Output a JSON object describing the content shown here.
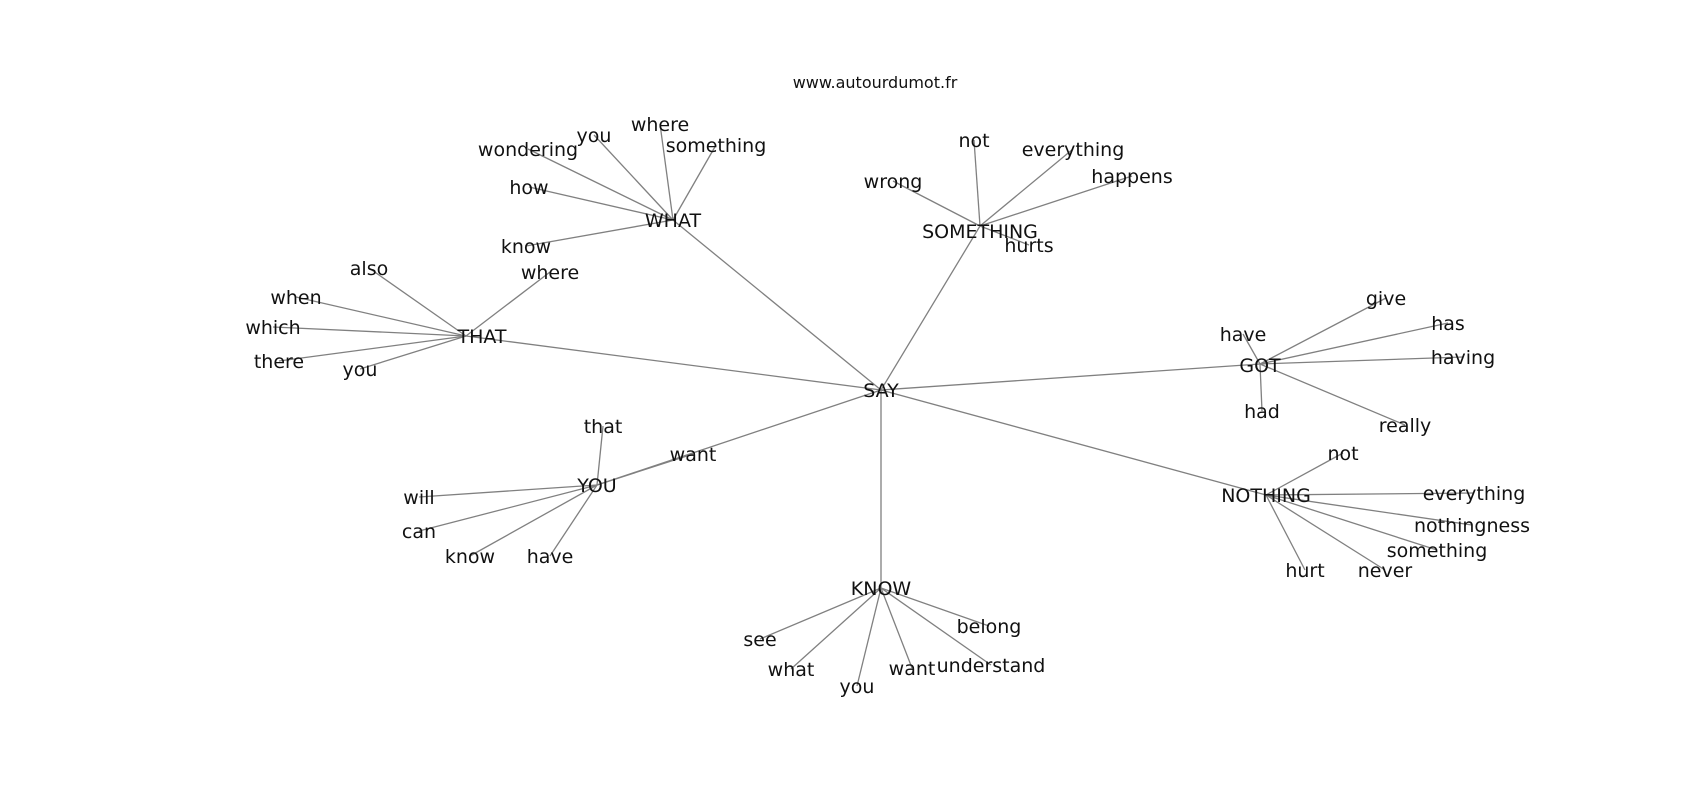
{
  "site_label": "www.autourdumot.fr",
  "root": "SAY",
  "edge_color": "#808080",
  "text_color": "#111111",
  "clusters": [
    {
      "word": "WHAT",
      "leaves": [
        "wondering",
        "you",
        "where",
        "something",
        "how",
        "know"
      ]
    },
    {
      "word": "SOMETHING",
      "leaves": [
        "not",
        "everything",
        "wrong",
        "happens",
        "hurts"
      ]
    },
    {
      "word": "THAT",
      "leaves": [
        "also",
        "where",
        "when",
        "which",
        "there",
        "you"
      ]
    },
    {
      "word": "GOT",
      "leaves": [
        "give",
        "have",
        "has",
        "having",
        "had",
        "really"
      ]
    },
    {
      "word": "YOU",
      "leaves": [
        "that",
        "want",
        "will",
        "can",
        "know",
        "have"
      ]
    },
    {
      "word": "NOTHING",
      "leaves": [
        "not",
        "everything",
        "nothingness",
        "something",
        "hurt",
        "never"
      ]
    },
    {
      "word": "KNOW",
      "leaves": [
        "see",
        "belong",
        "what",
        "you",
        "want",
        "understand"
      ]
    }
  ]
}
